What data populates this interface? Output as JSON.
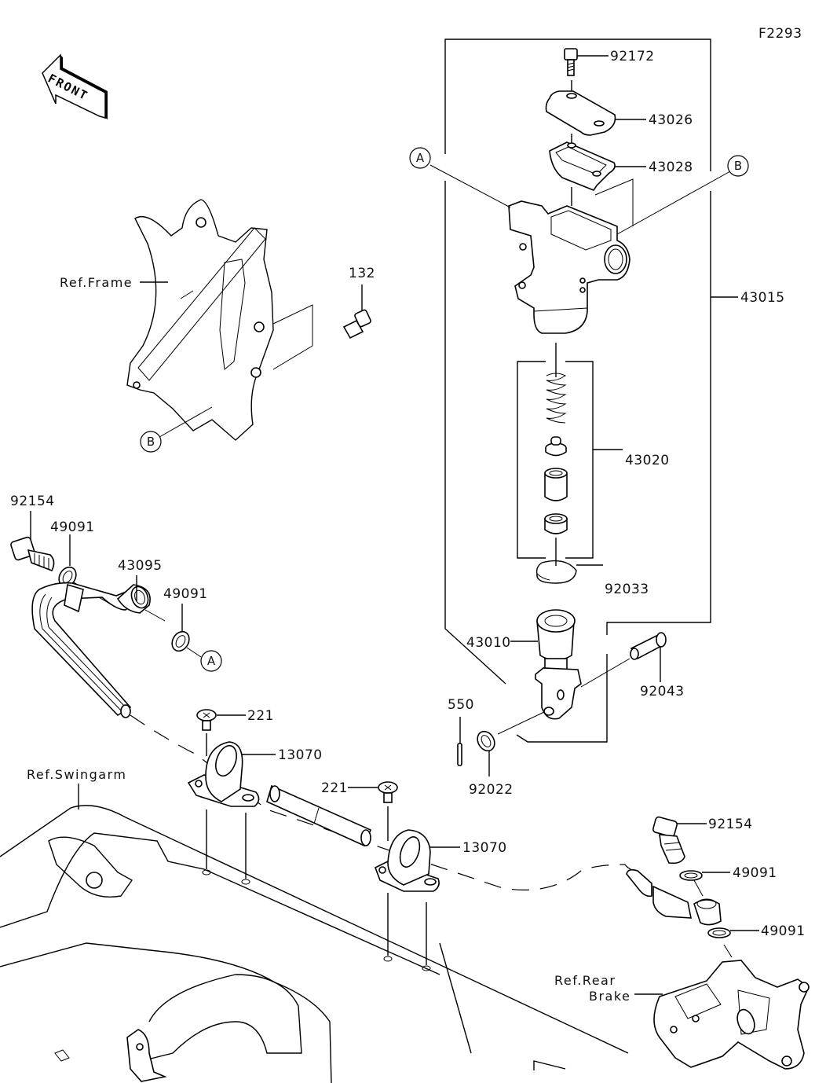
{
  "diagram": {
    "figure_id": "F2293",
    "front_indicator": "FRONT",
    "references": {
      "frame": "Ref.Frame",
      "swingarm": "Ref.Swingarm",
      "rear_brake_line1": "Ref.Rear",
      "rear_brake_line2": "Brake"
    },
    "callouts": {
      "a": "A",
      "b": "B"
    },
    "parts": {
      "p92172": "92172",
      "p43026": "43026",
      "p43028": "43028",
      "p43015": "43015",
      "p43020": "43020",
      "p92033": "92033",
      "p43010": "43010",
      "p92043": "92043",
      "p550": "550",
      "p92022": "92022",
      "p132": "132",
      "p92154_top": "92154",
      "p49091_top1": "49091",
      "p43095": "43095",
      "p49091_top2": "49091",
      "p221_a": "221",
      "p13070_a": "13070",
      "p221_b": "221",
      "p13070_b": "13070",
      "p92154_bottom": "92154",
      "p49091_bottom1": "49091",
      "p49091_bottom2": "49091"
    }
  }
}
